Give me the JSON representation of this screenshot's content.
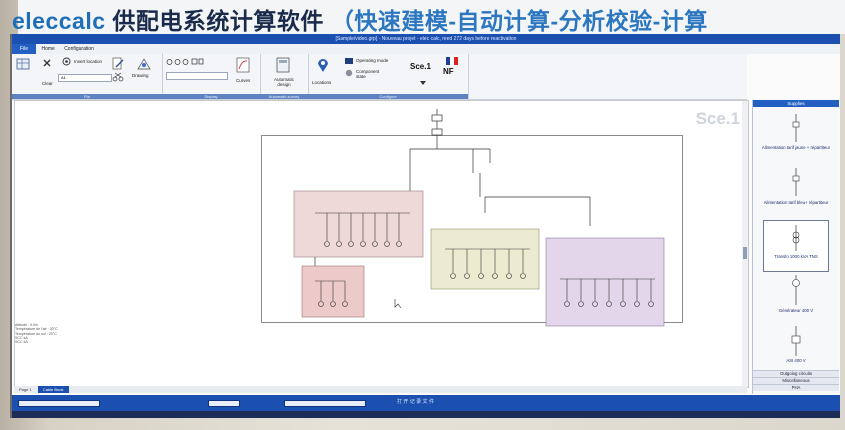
{
  "banner": {
    "brand": "eleccalc",
    "title_cn": "供配电系统计算软件",
    "subtitle_cn": "（快速建模-自动计算-分析校验-计算"
  },
  "window": {
    "title": "[Sample/video.grp] - Nouveau projet - elec calc, reed 272 days before reactivation"
  },
  "tabs": {
    "file": "File",
    "home": "Home",
    "configuration": "Configuration"
  },
  "ribbon": {
    "file_group": {
      "label": "File",
      "clear": "Clear",
      "insert_location": "Insert location",
      "drawing": "Drawing",
      "combo_value": "A1"
    },
    "display_group": {
      "label": "Display",
      "curves": "Curves"
    },
    "auto_group": {
      "label": "Automatic survey",
      "automatic_design": "Automatic design"
    },
    "config_group": {
      "label": "Configure",
      "locations": "Locations",
      "operating_mode": "Operating mode",
      "component_state": "Component state",
      "scenario": "Sce.1",
      "standard": "NF"
    }
  },
  "canvas": {
    "scenario_watermark": "Sce.1",
    "properties": [
      "Altitude : 0.0m",
      "Température de l'air : 30°C",
      "Température du sol : 20°C",
      "SCC kA",
      "SCC kA"
    ]
  },
  "pagetabs": [
    "Page 1",
    "Cable Book"
  ],
  "side_panel": {
    "header": "Supplies",
    "items": [
      "Alimentation tarif jaune + répartiteur",
      "Alimentation tarif bleu+ répartiteur",
      "Transfo 1000 kVA TNS",
      "Générateur 400 V",
      "ASI 400 V"
    ],
    "sections": [
      "Outgoing circuits",
      "Miscellaneous",
      "PHA"
    ]
  },
  "statusbar": {
    "center_text": "打 开 记 录 文 件"
  },
  "colors": {
    "accent": "#1b4fb0",
    "board_pink": "#efd8d8",
    "board_yellow": "#ecebd2",
    "board_purple": "#e3d6ea",
    "board_red": "#eccaca"
  }
}
